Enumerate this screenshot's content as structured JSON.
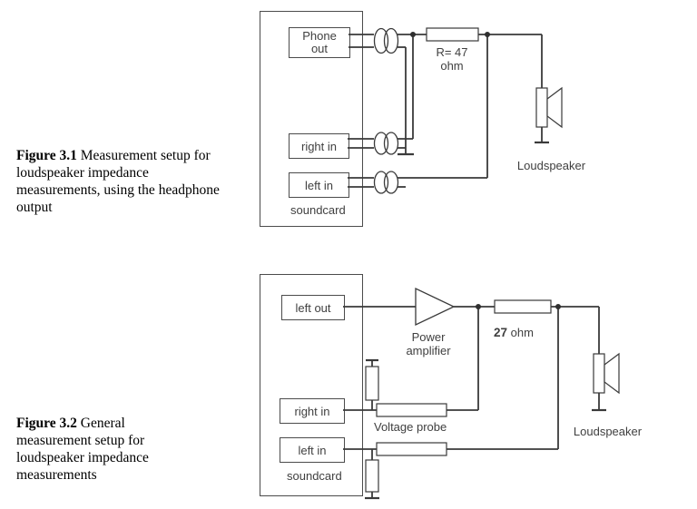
{
  "figure1": {
    "caption": {
      "label": "Figure 3.1",
      "text": "Measurement setup for loudspeaker impedance measurements, using the headphone output"
    },
    "soundcard_label": "soundcard",
    "ports": {
      "phone_out_line1": "Phone",
      "phone_out_line2": "out",
      "right_in": "right in",
      "left_in": "left in"
    },
    "resistor": {
      "line1": "R= 47",
      "line2": "ohm"
    },
    "loudspeaker_label": "Loudspeaker"
  },
  "figure2": {
    "caption": {
      "label": "Figure 3.2",
      "text": "General measurement setup for loudspeaker impedance measurements"
    },
    "soundcard_label": "soundcard",
    "ports": {
      "left_out": "left out",
      "right_in": "right in",
      "left_in": "left in"
    },
    "amplifier_line1": "Power",
    "amplifier_line2": "amplifier",
    "series_resistor": {
      "value": "27",
      "unit": "ohm"
    },
    "voltage_probe_label": "Voltage probe",
    "loudspeaker_label": "Loudspeaker"
  }
}
